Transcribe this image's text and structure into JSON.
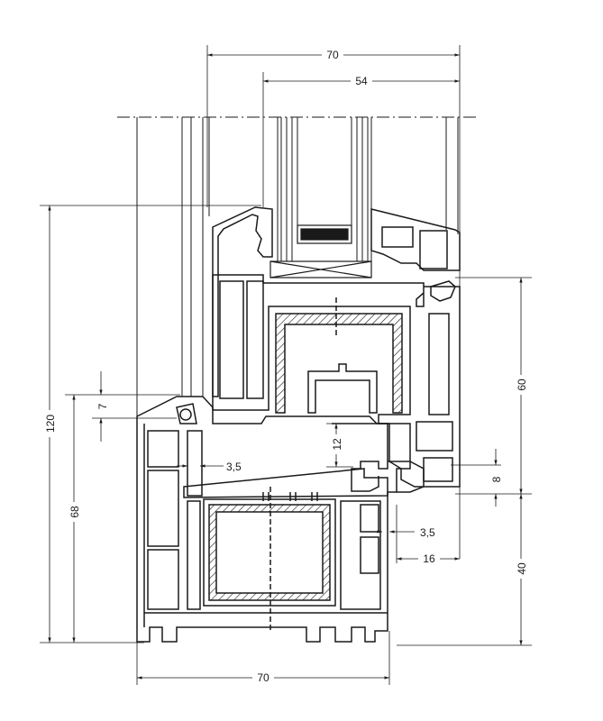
{
  "dimensions": {
    "top_width": "70",
    "sash_width": "54",
    "total_height": "120",
    "frame_height": "68",
    "step_7": "7",
    "gap_12": "12",
    "gap_3_5_left": "3,5",
    "gap_3_5_right": "3,5",
    "sash_height": "60",
    "gap_8": "8",
    "lower_40": "40",
    "offset_16": "16",
    "bottom_width": "70"
  },
  "colors": {
    "line": "#1a1a1a",
    "background": "#ffffff"
  }
}
